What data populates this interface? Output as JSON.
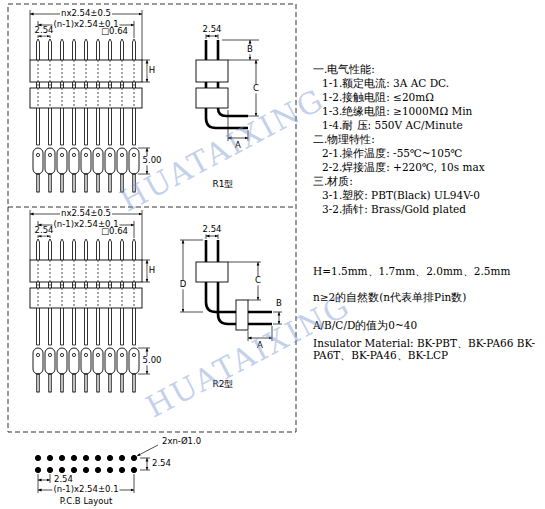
{
  "diagram": {
    "labels": [
      "nx2.54±0.5",
      "(n-1)x2.54±0.1",
      "2.54",
      "□0.64",
      "H",
      "5.00",
      "2.54",
      "B",
      "C",
      "A",
      "R1型",
      "nx2.54±0.5",
      "(n-1)x2.54±0.1",
      "2.54",
      "□0.64",
      "H",
      "5.00",
      "2.54",
      "D",
      "C",
      "B",
      "A",
      "R2型",
      "2xn-Ø1.0",
      "2.54",
      "2.54",
      "(n-1)x2.54±0.1",
      "P.C.B Layout",
      "一.电气性能:",
      "1-1.额定电流: 3A AC DC.",
      "1-2.接触电阻: ≤20mΩ",
      "1-3.绝缘电阻: ≥1000MΩ Min",
      "1-4.耐 压: 550V AC/Minute",
      "二.物理特性:",
      "2-1.操作温度: -55℃~105℃",
      "2-2.焊接温度: +220℃, 10s max",
      "三.材质:",
      "3-1.塑胶: PBT(Black) UL94V-0",
      "3-2.插针: Brass/Gold plated",
      "H=1.5mm、1.7mm、2.0mm、2.5mm",
      "n≥2的自然数(n代表单排Pin数)",
      "A/B/C/D的值为0~40",
      "Insulator Material: BK-PBT、BK-PA66 BK-PA6T、BK-PA46、BK-LCP",
      "HUATAIXING",
      "HUATAIXING"
    ]
  }
}
